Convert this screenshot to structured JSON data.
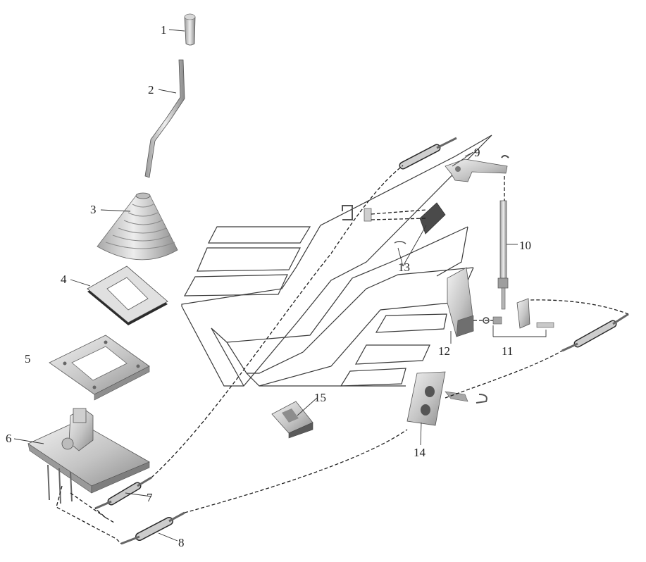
{
  "callouts": {
    "p1": "1",
    "p2": "2",
    "p3": "3",
    "p4": "4",
    "p5": "5",
    "p6": "6",
    "p7": "7",
    "p8": "8",
    "p9": "9",
    "p10": "10",
    "p11": "11",
    "p12": "12",
    "p13": "13",
    "p14": "14",
    "p15": "15"
  },
  "colors": {
    "line": "#2a2a2a",
    "metal_light": "#e2e2e2",
    "metal_mid": "#b8b8b8",
    "metal_dark": "#7a7a7a",
    "outline": "#555555"
  }
}
